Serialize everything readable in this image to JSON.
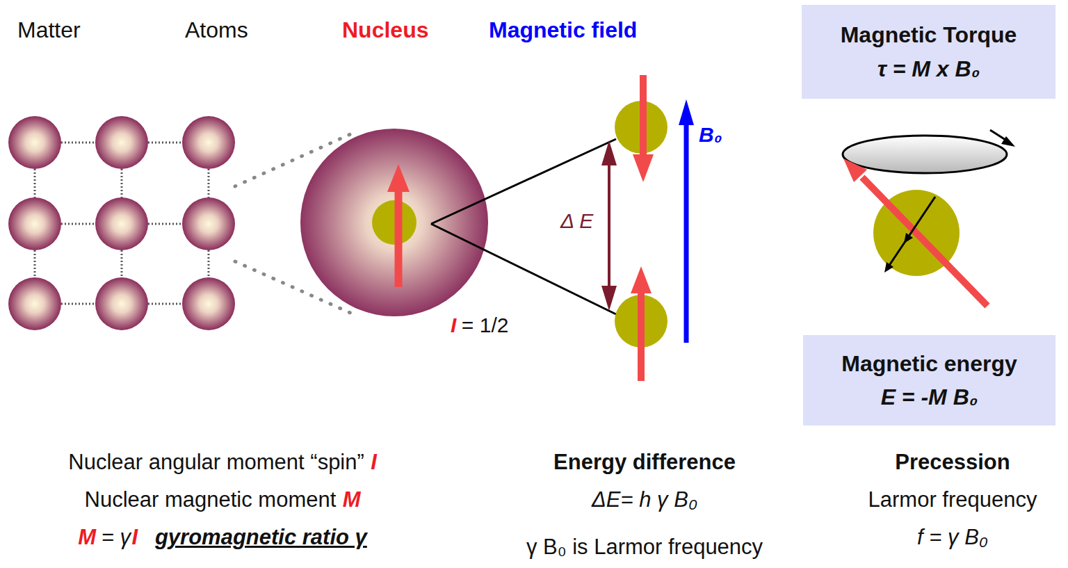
{
  "diagram": {
    "nodes": [
      {
        "text": [
          "Magnetic Torque",
          "τ = M x B₀"
        ]
      },
      {
        "text": [
          "Magnetic energy",
          "E = -M B₀"
        ]
      }
    ],
    "labels": [
      "Matter",
      "Atoms",
      "Nucleus",
      "Magnetic field",
      "B₀",
      "Δ E",
      "I",
      "= 1/2",
      "Nuclear angular moment “spin”",
      "I",
      "Nuclear magnetic moment",
      "M",
      "M",
      "= γ",
      "I",
      "gyromagnetic ratio γ",
      "Energy difference",
      "ΔE= h γ B₀",
      "γ B₀ is Larmor frequency",
      "Precession",
      "Larmor frequency",
      "f = γ B₀"
    ]
  }
}
